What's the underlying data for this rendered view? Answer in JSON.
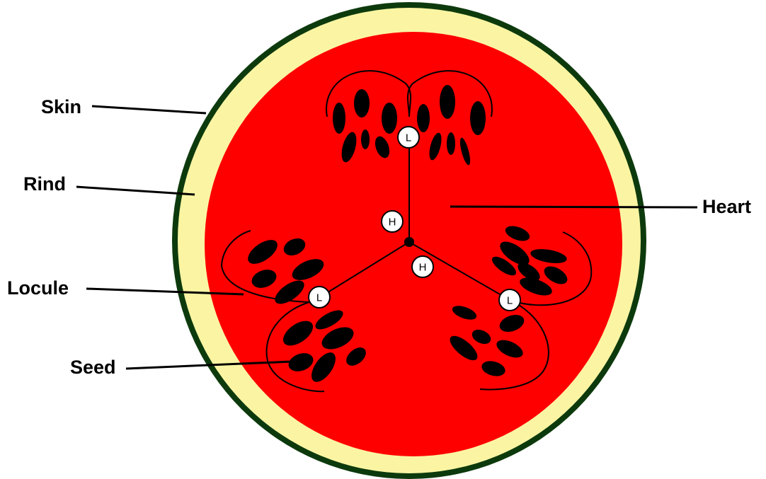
{
  "labels": {
    "skin": "Skin",
    "rind": "Rind",
    "locule": "Locule",
    "seed": "Seed",
    "heart": "Heart"
  },
  "markers": {
    "locule": "L",
    "heart": "H"
  },
  "colors": {
    "skin": "#0d3a0d",
    "rind": "#fbf5a3",
    "flesh": "#ff0000",
    "seed": "#000000",
    "marker_fill": "#ffffff"
  }
}
